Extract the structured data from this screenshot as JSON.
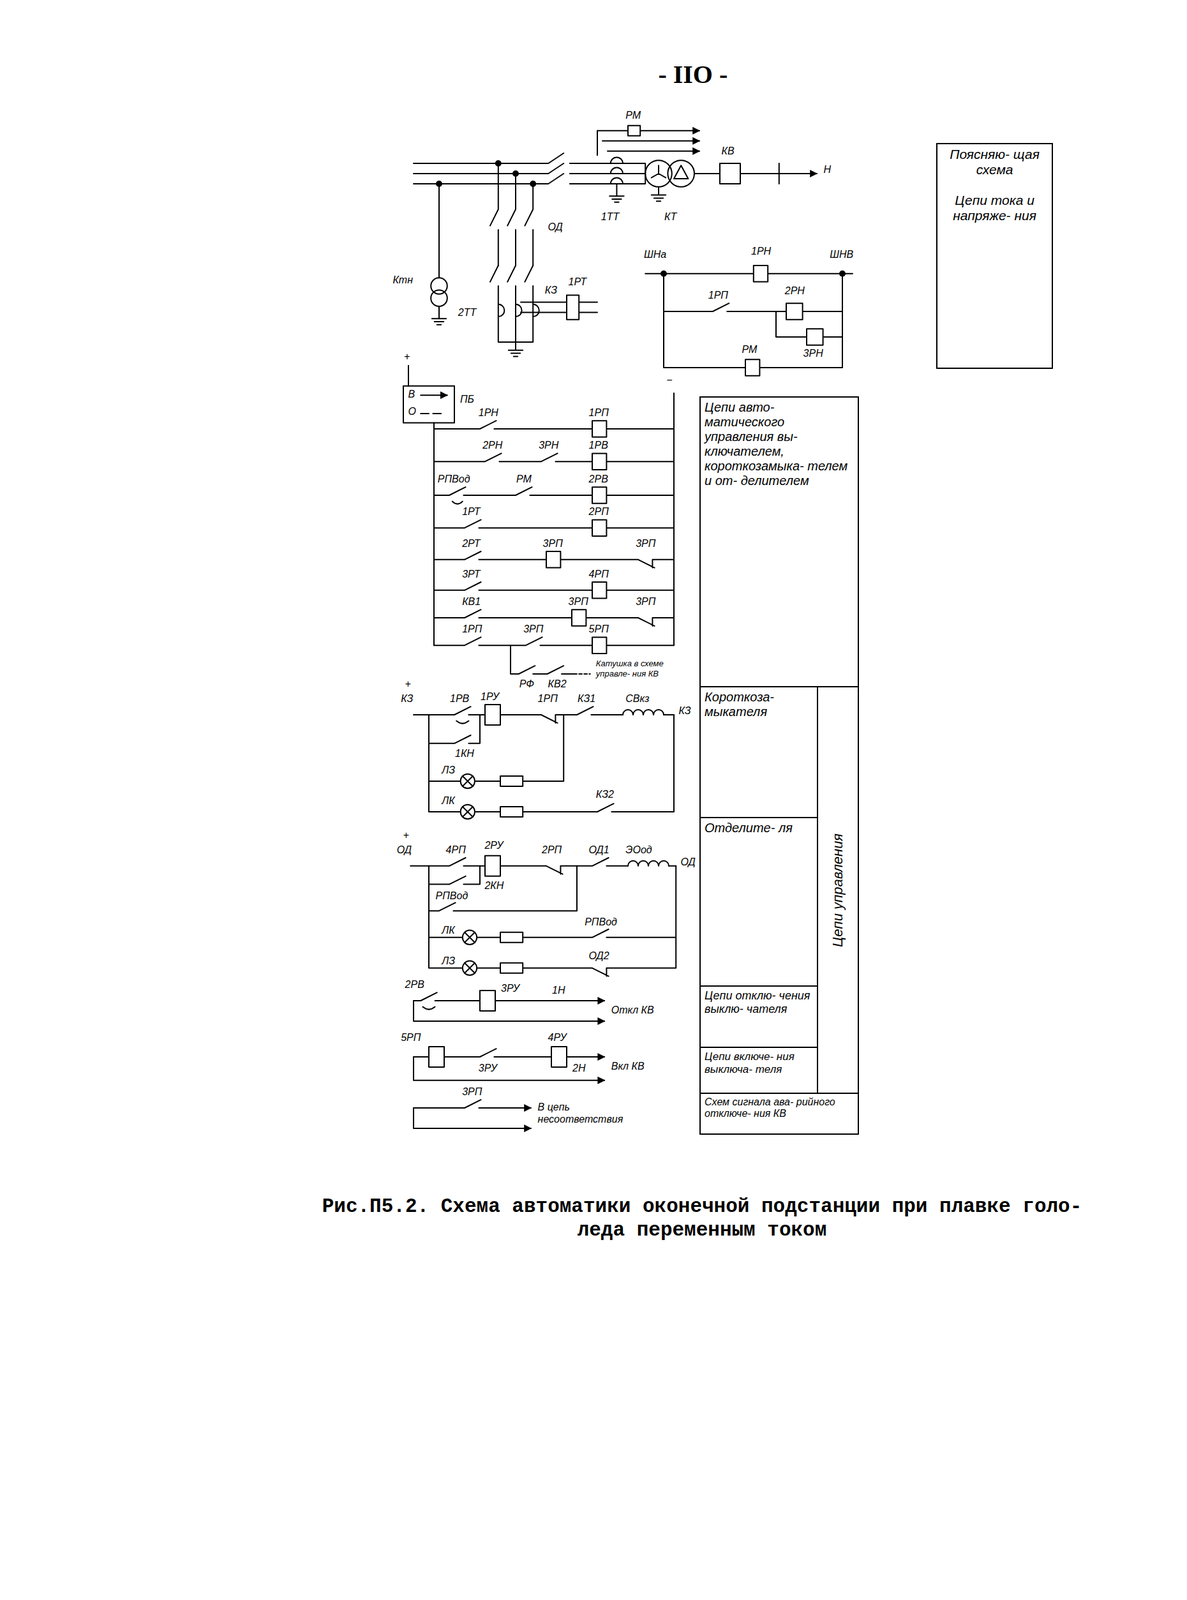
{
  "diagram": {
    "caption": "Рис.П5.2. Схема автоматики оконечной подстанции при плавке голо- леда переменным током",
    "nodes": [
      {
        "text": [
          "Поясняю- щая схема",
          "Цепи тока и напряже- ния"
        ]
      },
      {
        "text": [
          "Цепи авто- матического управления вы- ключателем, короткозамыка- телем и от- делителем"
        ]
      },
      {
        "text": [
          "Короткоза- мыкателя"
        ]
      },
      {
        "text": [
          "Отделите- ля"
        ]
      },
      {
        "text": [
          "Цепи отклю- чения выклю- чателя"
        ]
      },
      {
        "text": [
          "Цепи включе- ния выключа- теля"
        ]
      },
      {
        "text": [
          "Цепи управления"
        ]
      },
      {
        "text": [
          "Схем сигнала ава- рийного отключе- ния КВ"
        ]
      }
    ],
    "labels": [
      "- IIO -",
      "РМ",
      "КВ",
      "Н",
      "1ТТ",
      "КТ",
      "ОД",
      "Ктн",
      "КЗ",
      "1РТ",
      "2ТТ",
      "ШНа",
      "1РН",
      "ШНВ",
      "1РП",
      "2РН",
      "РМ",
      "3РН",
      "+",
      "В",
      "О",
      "ПБ",
      "−",
      "1РН",
      "1РП",
      "2РН",
      "3РН",
      "1РВ",
      "РПВод",
      "РМ",
      "2РВ",
      "1РТ",
      "2РП",
      "2РТ",
      "3РП",
      "3РП",
      "3РТ",
      "4РП",
      "КВ1",
      "3РП",
      "3РП",
      "1РП",
      "3РП",
      "5РП",
      "РФ",
      "КВ2",
      "Катушка в схеме управле- ния КВ",
      "+",
      "КЗ",
      "1РВ",
      "1РУ",
      "1РП",
      "КЗ1",
      "СВкз",
      "КЗ",
      "1КН",
      "ЛЗ",
      "ЛК",
      "КЗ2",
      "+",
      "ОД",
      "4РП",
      "2РУ",
      "2РП",
      "ОД1",
      "ЭОод",
      "ОД",
      "2КН",
      "РПВод",
      "РПВод",
      "ЛК",
      "ОД2",
      "ЛЗ",
      "2РВ",
      "3РУ",
      "1Н",
      "Откл КВ",
      "5РП",
      "3РУ",
      "4РУ",
      "2Н",
      "Вкл КВ",
      "3РП",
      "В цепь несоответствия"
    ]
  }
}
